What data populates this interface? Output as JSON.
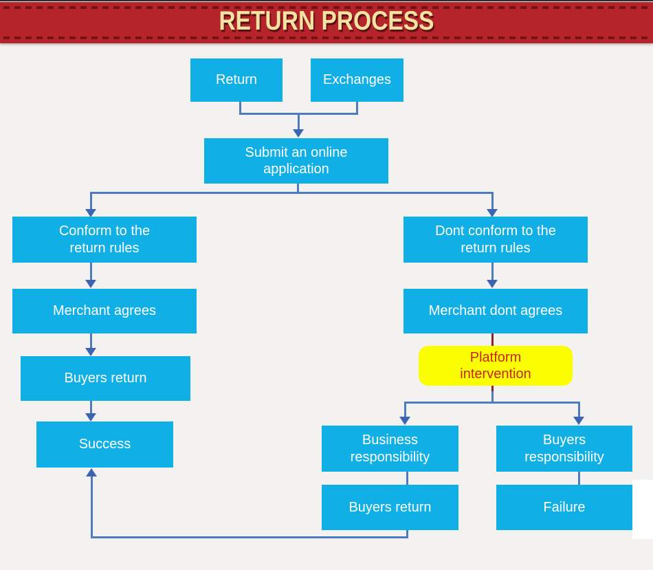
{
  "banner": {
    "title": "RETURN PROCESS",
    "background_color": "#b5242b",
    "dash_color": "#7a1016",
    "title_color": "#f3e3a2"
  },
  "colors": {
    "node_fill": "#10afe6",
    "node_text": "#ffffff",
    "highlight_fill": "#fbfe00",
    "highlight_text": "#cb2427",
    "connector_blue": "#4e7bc0",
    "arrowhead_blue": "#3d63b3",
    "connector_maroon": "#8e2026",
    "page_background": "#f3f2f1"
  },
  "flowchart": {
    "nodes": [
      {
        "id": "return",
        "label": "Return",
        "style": "process"
      },
      {
        "id": "exchanges",
        "label": "Exchanges",
        "style": "process"
      },
      {
        "id": "submit-application",
        "label": "Submit an online\napplication",
        "style": "process"
      },
      {
        "id": "conform-rules",
        "label": "Conform to the\nreturn rules",
        "style": "process"
      },
      {
        "id": "merchant-agrees",
        "label": "Merchant agrees",
        "style": "process"
      },
      {
        "id": "buyers-return-left",
        "label": "Buyers return",
        "style": "process"
      },
      {
        "id": "success",
        "label": "Success",
        "style": "process"
      },
      {
        "id": "dont-conform-rules",
        "label": "Dont conform to the\nreturn rules",
        "style": "process"
      },
      {
        "id": "merchant-dont-agrees",
        "label": "Merchant dont agrees",
        "style": "process"
      },
      {
        "id": "platform-intervention",
        "label": "Platform\nintervention",
        "style": "highlight"
      },
      {
        "id": "business-responsibility",
        "label": "Business\nresponsibility",
        "style": "process"
      },
      {
        "id": "buyers-responsibility",
        "label": "Buyers\nresponsibility",
        "style": "process"
      },
      {
        "id": "buyers-return-bottom",
        "label": "Buyers return",
        "style": "process"
      },
      {
        "id": "failure",
        "label": "Failure",
        "style": "process"
      }
    ],
    "edges": [
      {
        "from": "return",
        "to": "submit-application"
      },
      {
        "from": "exchanges",
        "to": "submit-application"
      },
      {
        "from": "submit-application",
        "to": "conform-rules"
      },
      {
        "from": "submit-application",
        "to": "dont-conform-rules"
      },
      {
        "from": "conform-rules",
        "to": "merchant-agrees"
      },
      {
        "from": "merchant-agrees",
        "to": "buyers-return-left"
      },
      {
        "from": "buyers-return-left",
        "to": "success"
      },
      {
        "from": "dont-conform-rules",
        "to": "merchant-dont-agrees"
      },
      {
        "from": "merchant-dont-agrees",
        "to": "platform-intervention"
      },
      {
        "from": "platform-intervention",
        "to": "business-responsibility"
      },
      {
        "from": "platform-intervention",
        "to": "buyers-responsibility"
      },
      {
        "from": "business-responsibility",
        "to": "buyers-return-bottom"
      },
      {
        "from": "buyers-responsibility",
        "to": "failure"
      },
      {
        "from": "buyers-return-bottom",
        "to": "success"
      }
    ]
  }
}
